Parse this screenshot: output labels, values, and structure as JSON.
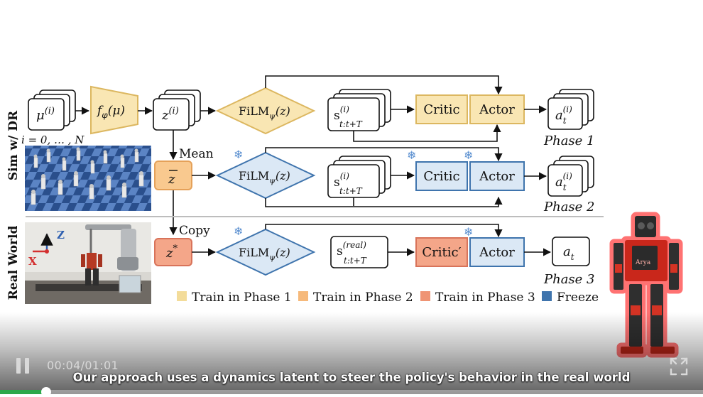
{
  "diagram": {
    "row_labels": {
      "sim": "Sim w/ DR",
      "real": "Real World"
    },
    "index_range": "i = 0, … , N",
    "mu": "μ",
    "mu_sup": "(i)",
    "f_func": "f",
    "f_sub": "φ",
    "f_arg": "(μ)",
    "z": "z",
    "z_sup": "(i)",
    "z_bar": "z",
    "z_star": "z",
    "z_star_sup": "*",
    "film": "FiLM",
    "film_sub": "ψ",
    "film_arg": "(z)",
    "mean_label": "Mean",
    "copy_label": "Copy",
    "s": "s",
    "s_sup_sim": "(i)",
    "s_sup_real": "(real)",
    "s_sub": "t:t+T",
    "critic": "Critic",
    "critic_real": "Critic′",
    "actor": "Actor",
    "a": "a",
    "a_sub": "t",
    "a_sup": "(i)",
    "phase1": "Phase 1",
    "phase2": "Phase 2",
    "phase3": "Phase 3",
    "snowflake": "❄",
    "axis_z": "Z",
    "axis_x": "X",
    "legend": [
      {
        "label": "Train in Phase 1",
        "color": "#f3dc9a"
      },
      {
        "label": "Train in Phase 2",
        "color": "#f6b97b"
      },
      {
        "label": "Train in Phase 3",
        "color": "#ef9474"
      },
      {
        "label": "Freeze",
        "color": "#3f74ad"
      }
    ],
    "robot_badge": "Arya"
  },
  "player": {
    "current_time": "00:04",
    "duration": "01:01",
    "caption": "Our approach uses a dynamics latent to steer the policy's behavior in the real world",
    "progress": 0.066,
    "pause_icon": "pause-icon",
    "fullscreen_icon": "fullscreen-icon"
  },
  "colors": {
    "phase1_fill": "#f9e6b3",
    "phase1_stroke": "#dcb760",
    "phase2_fill": "#f9c98f",
    "phase2_stroke": "#e5a159",
    "phase3_fill": "#f4a689",
    "phase3_stroke": "#d8735a",
    "freeze_fill": "#dbe8f5",
    "freeze_stroke": "#3f74ad",
    "progress": "#2ca84a"
  }
}
